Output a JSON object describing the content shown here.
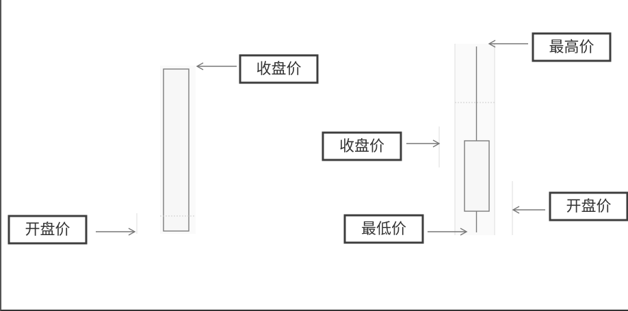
{
  "labels": {
    "left_close": "收盘价",
    "left_open": "开盘价",
    "right_high": "最高价",
    "right_close": "收盘价",
    "right_open": "开盘价",
    "right_low": "最低价"
  },
  "colors": {
    "border": "#3d3d3d",
    "arrow": "#777777",
    "candle_stroke": "#7a7a7a",
    "candle_fill": "#f7f7f7"
  }
}
